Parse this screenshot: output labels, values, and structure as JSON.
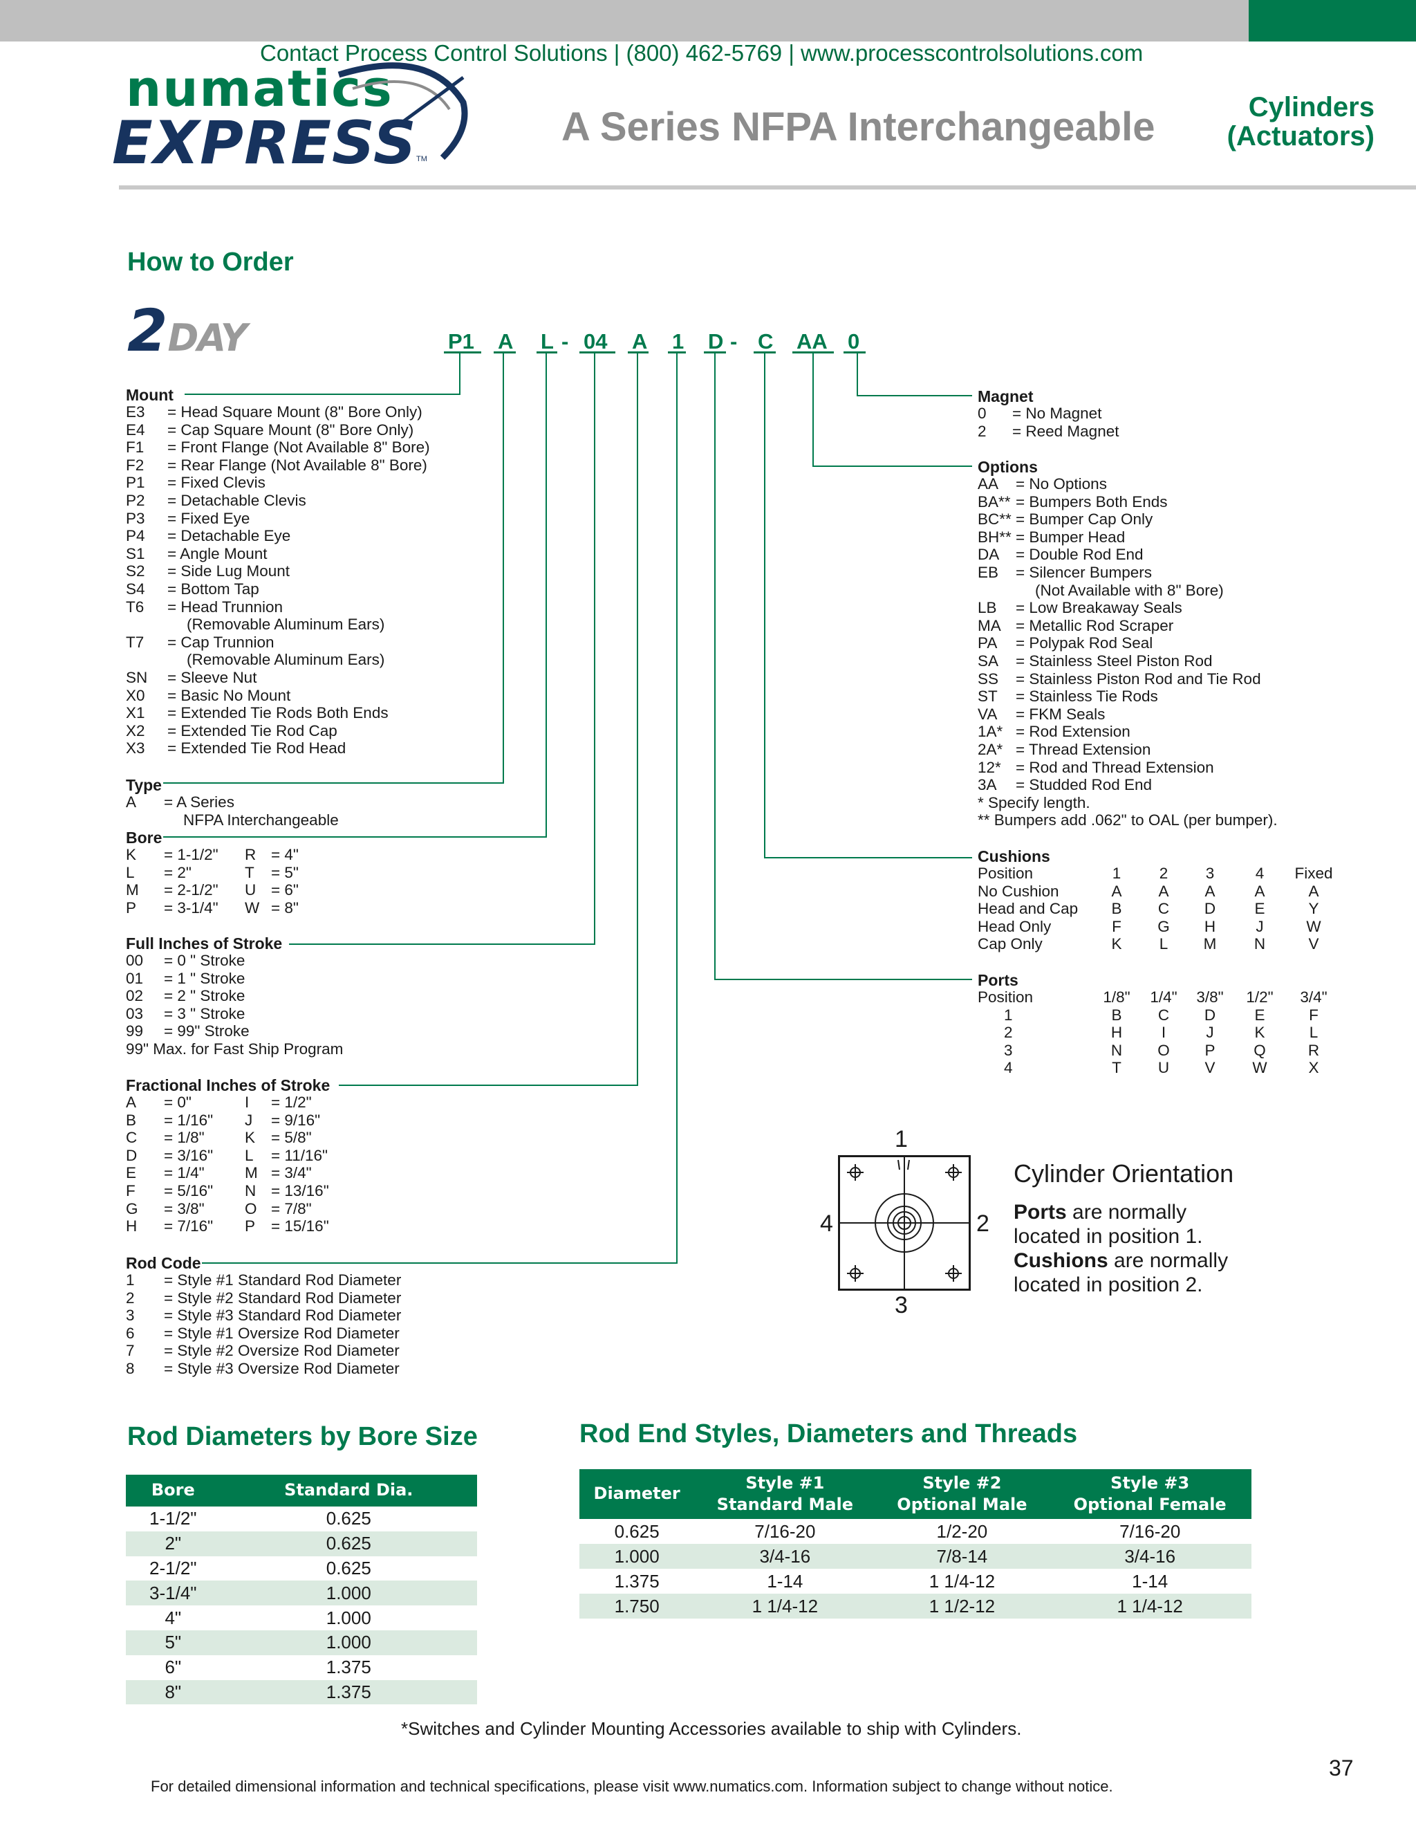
{
  "header": {
    "contact": "Contact Process Control Solutions | (800) 462-5769 | www.processcontrolsolutions.com",
    "logo_top": "numatics",
    "logo_bottom": "EXPRESS",
    "title": "A Series NFPA Interchangeable",
    "category": "Cylinders (Actuators)",
    "brand_green": "#007a4d",
    "brand_navy": "#17335e"
  },
  "how_to_order": {
    "title": "How to Order",
    "badge_num": "2",
    "badge_word": "DAY",
    "code": [
      {
        "id": "p1",
        "text": "P1"
      },
      {
        "id": "a",
        "text": "A"
      },
      {
        "id": "l",
        "text": "L"
      },
      {
        "id": "sep1",
        "text": "-"
      },
      {
        "id": "04",
        "text": "04"
      },
      {
        "id": "a2",
        "text": "A"
      },
      {
        "id": "one",
        "text": "1"
      },
      {
        "id": "d",
        "text": "D"
      },
      {
        "id": "sep2",
        "text": "-"
      },
      {
        "id": "c",
        "text": "C"
      },
      {
        "id": "aa",
        "text": "AA"
      },
      {
        "id": "zero",
        "text": "0"
      }
    ]
  },
  "mount": {
    "title": "Mount",
    "rows": [
      [
        "E3",
        "= Head Square Mount (8\" Bore Only)"
      ],
      [
        "E4",
        "= Cap Square Mount (8\" Bore Only)"
      ],
      [
        "F1",
        "= Front Flange (Not Available 8\" Bore)"
      ],
      [
        "F2",
        "= Rear Flange (Not Available 8\" Bore)"
      ],
      [
        "P1",
        "= Fixed Clevis"
      ],
      [
        "P2",
        "= Detachable Clevis"
      ],
      [
        "P3",
        "= Fixed Eye"
      ],
      [
        "P4",
        "= Detachable Eye"
      ],
      [
        "S1",
        "= Angle Mount"
      ],
      [
        "S2",
        "= Side Lug Mount"
      ],
      [
        "S4",
        "= Bottom Tap"
      ],
      [
        "T6",
        "= Head Trunnion"
      ],
      [
        "",
        "(Removable Aluminum Ears)"
      ],
      [
        "T7",
        "= Cap Trunnion"
      ],
      [
        "",
        "(Removable Aluminum Ears)"
      ],
      [
        "SN",
        "= Sleeve Nut"
      ],
      [
        "X0",
        "= Basic No Mount"
      ],
      [
        "X1",
        "= Extended Tie Rods Both Ends"
      ],
      [
        "X2",
        "= Extended Tie Rod Cap"
      ],
      [
        "X3",
        "= Extended Tie Rod Head"
      ]
    ]
  },
  "type": {
    "title": "Type",
    "rows": [
      [
        "A",
        "= A Series"
      ],
      [
        "",
        "NFPA Interchangeable"
      ]
    ]
  },
  "bore": {
    "title": "Bore",
    "rows": [
      [
        "K",
        "= 1-1/2\"",
        "R",
        "= 4\""
      ],
      [
        "L",
        "= 2\"",
        "T",
        "= 5\""
      ],
      [
        "M",
        "= 2-1/2\"",
        "U",
        "= 6\""
      ],
      [
        "P",
        "= 3-1/4\"",
        "W",
        "= 8\""
      ]
    ]
  },
  "stroke_full": {
    "title": "Full Inches of Stroke",
    "rows": [
      [
        "00",
        "= 0 \" Stroke"
      ],
      [
        "01",
        "= 1 \" Stroke"
      ],
      [
        "02",
        "= 2 \" Stroke"
      ],
      [
        "03",
        "= 3 \" Stroke"
      ],
      [
        "99",
        "= 99\" Stroke"
      ]
    ],
    "note": "99\" Max. for Fast Ship Program"
  },
  "stroke_frac": {
    "title": "Fractional Inches of Stroke",
    "rows": [
      [
        "A",
        "= 0\"",
        "I",
        "= 1/2\""
      ],
      [
        "B",
        "= 1/16\"",
        "J",
        "= 9/16\""
      ],
      [
        "C",
        "= 1/8\"",
        "K",
        "= 5/8\""
      ],
      [
        "D",
        "= 3/16\"",
        "L",
        "= 11/16\""
      ],
      [
        "E",
        "= 1/4\"",
        "M",
        "= 3/4\""
      ],
      [
        "F",
        "= 5/16\"",
        "N",
        "= 13/16\""
      ],
      [
        "G",
        "= 3/8\"",
        "O",
        "= 7/8\""
      ],
      [
        "H",
        "= 7/16\"",
        "P",
        "= 15/16\""
      ]
    ]
  },
  "rod_code": {
    "title": "Rod Code",
    "rows": [
      [
        "1",
        "= Style #1 Standard Rod Diameter"
      ],
      [
        "2",
        "= Style #2 Standard Rod Diameter"
      ],
      [
        "3",
        "= Style #3 Standard Rod Diameter"
      ],
      [
        "6",
        "= Style #1 Oversize Rod Diameter"
      ],
      [
        "7",
        "= Style #2 Oversize Rod Diameter"
      ],
      [
        "8",
        "= Style #3 Oversize Rod Diameter"
      ]
    ]
  },
  "magnet": {
    "title": "Magnet",
    "rows": [
      [
        "0",
        "= No Magnet"
      ],
      [
        "2",
        "= Reed Magnet"
      ]
    ]
  },
  "options": {
    "title": "Options",
    "rows": [
      [
        "AA",
        "= No Options"
      ],
      [
        "BA**",
        "= Bumpers Both Ends"
      ],
      [
        "BC**",
        "= Bumper Cap Only"
      ],
      [
        "BH**",
        "= Bumper Head"
      ],
      [
        "DA",
        "= Double Rod End"
      ],
      [
        "EB",
        "= Silencer Bumpers"
      ],
      [
        "",
        "(Not Available with 8\" Bore)"
      ],
      [
        "LB",
        "= Low Breakaway Seals"
      ],
      [
        "MA",
        "= Metallic Rod Scraper"
      ],
      [
        "PA",
        "= Polypak Rod Seal"
      ],
      [
        "SA",
        "= Stainless Steel Piston Rod"
      ],
      [
        "SS",
        "= Stainless Piston Rod and Tie Rod"
      ],
      [
        "ST",
        "= Stainless Tie Rods"
      ],
      [
        "VA",
        "= FKM Seals"
      ],
      [
        "1A*",
        "= Rod Extension"
      ],
      [
        "2A*",
        "= Thread Extension"
      ],
      [
        "12*",
        "= Rod and Thread Extension"
      ],
      [
        "3A",
        "= Studded Rod End"
      ]
    ],
    "notes": [
      "* Specify length.",
      "** Bumpers add .062\" to OAL (per bumper)."
    ]
  },
  "cushions": {
    "title": "Cushions",
    "rows": [
      [
        "Position",
        "1",
        "2",
        "3",
        "4",
        "Fixed"
      ],
      [
        "No Cushion",
        "A",
        "A",
        "A",
        "A",
        "A"
      ],
      [
        "Head and Cap",
        "B",
        "C",
        "D",
        "E",
        "Y"
      ],
      [
        "Head Only",
        "F",
        "G",
        "H",
        "J",
        "W"
      ],
      [
        "Cap Only",
        "K",
        "L",
        "M",
        "N",
        "V"
      ]
    ]
  },
  "ports": {
    "title": "Ports",
    "rows": [
      [
        "Position",
        "1/8\"",
        "1/4\"",
        "3/8\"",
        "1/2\"",
        "3/4\""
      ],
      [
        "1",
        "B",
        "C",
        "D",
        "E",
        "F"
      ],
      [
        "2",
        "H",
        "I",
        "J",
        "K",
        "L"
      ],
      [
        "3",
        "N",
        "O",
        "P",
        "Q",
        "R"
      ],
      [
        "4",
        "T",
        "U",
        "V",
        "W",
        "X"
      ]
    ]
  },
  "orientation": {
    "title": "Cylinder Orientation",
    "positions": [
      "1",
      "2",
      "3",
      "4"
    ],
    "ports_bold": "Ports",
    "ports_rest": " are normally",
    "ports_line2": "located in position 1.",
    "cushions_bold": "Cushions",
    "cushions_rest": " are normally",
    "cushions_line2": "located in position 2."
  },
  "rod_diameters": {
    "title": "Rod Diameters by Bore Size",
    "headers": [
      "Bore",
      "Standard Dia."
    ],
    "rows": [
      [
        "1-1/2\"",
        "0.625"
      ],
      [
        "2\"",
        "0.625"
      ],
      [
        "2-1/2\"",
        "0.625"
      ],
      [
        "3-1/4\"",
        "1.000"
      ],
      [
        "4\"",
        "1.000"
      ],
      [
        "5\"",
        "1.000"
      ],
      [
        "6\"",
        "1.375"
      ],
      [
        "8\"",
        "1.375"
      ]
    ]
  },
  "rod_end_styles": {
    "title": "Rod End Styles, Diameters and Threads",
    "headers": [
      [
        "Diameter",
        ""
      ],
      [
        "Style #1",
        "Standard Male"
      ],
      [
        "Style #2",
        "Optional Male"
      ],
      [
        "Style #3",
        "Optional Female"
      ]
    ],
    "rows": [
      [
        "0.625",
        "7/16-20",
        "1/2-20",
        "7/16-20"
      ],
      [
        "1.000",
        "3/4-16",
        "7/8-14",
        "3/4-16"
      ],
      [
        "1.375",
        "1-14",
        "1 1/4-12",
        "1-14"
      ],
      [
        "1.750",
        "1 1/4-12",
        "1 1/2-12",
        "1 1/4-12"
      ]
    ]
  },
  "footnote": "*Switches and Cylinder Mounting Accessories available to ship with Cylinders.",
  "page_number": "37",
  "footer": "For detailed dimensional information and technical specifications, please visit www.numatics.com. Information subject to change without notice."
}
